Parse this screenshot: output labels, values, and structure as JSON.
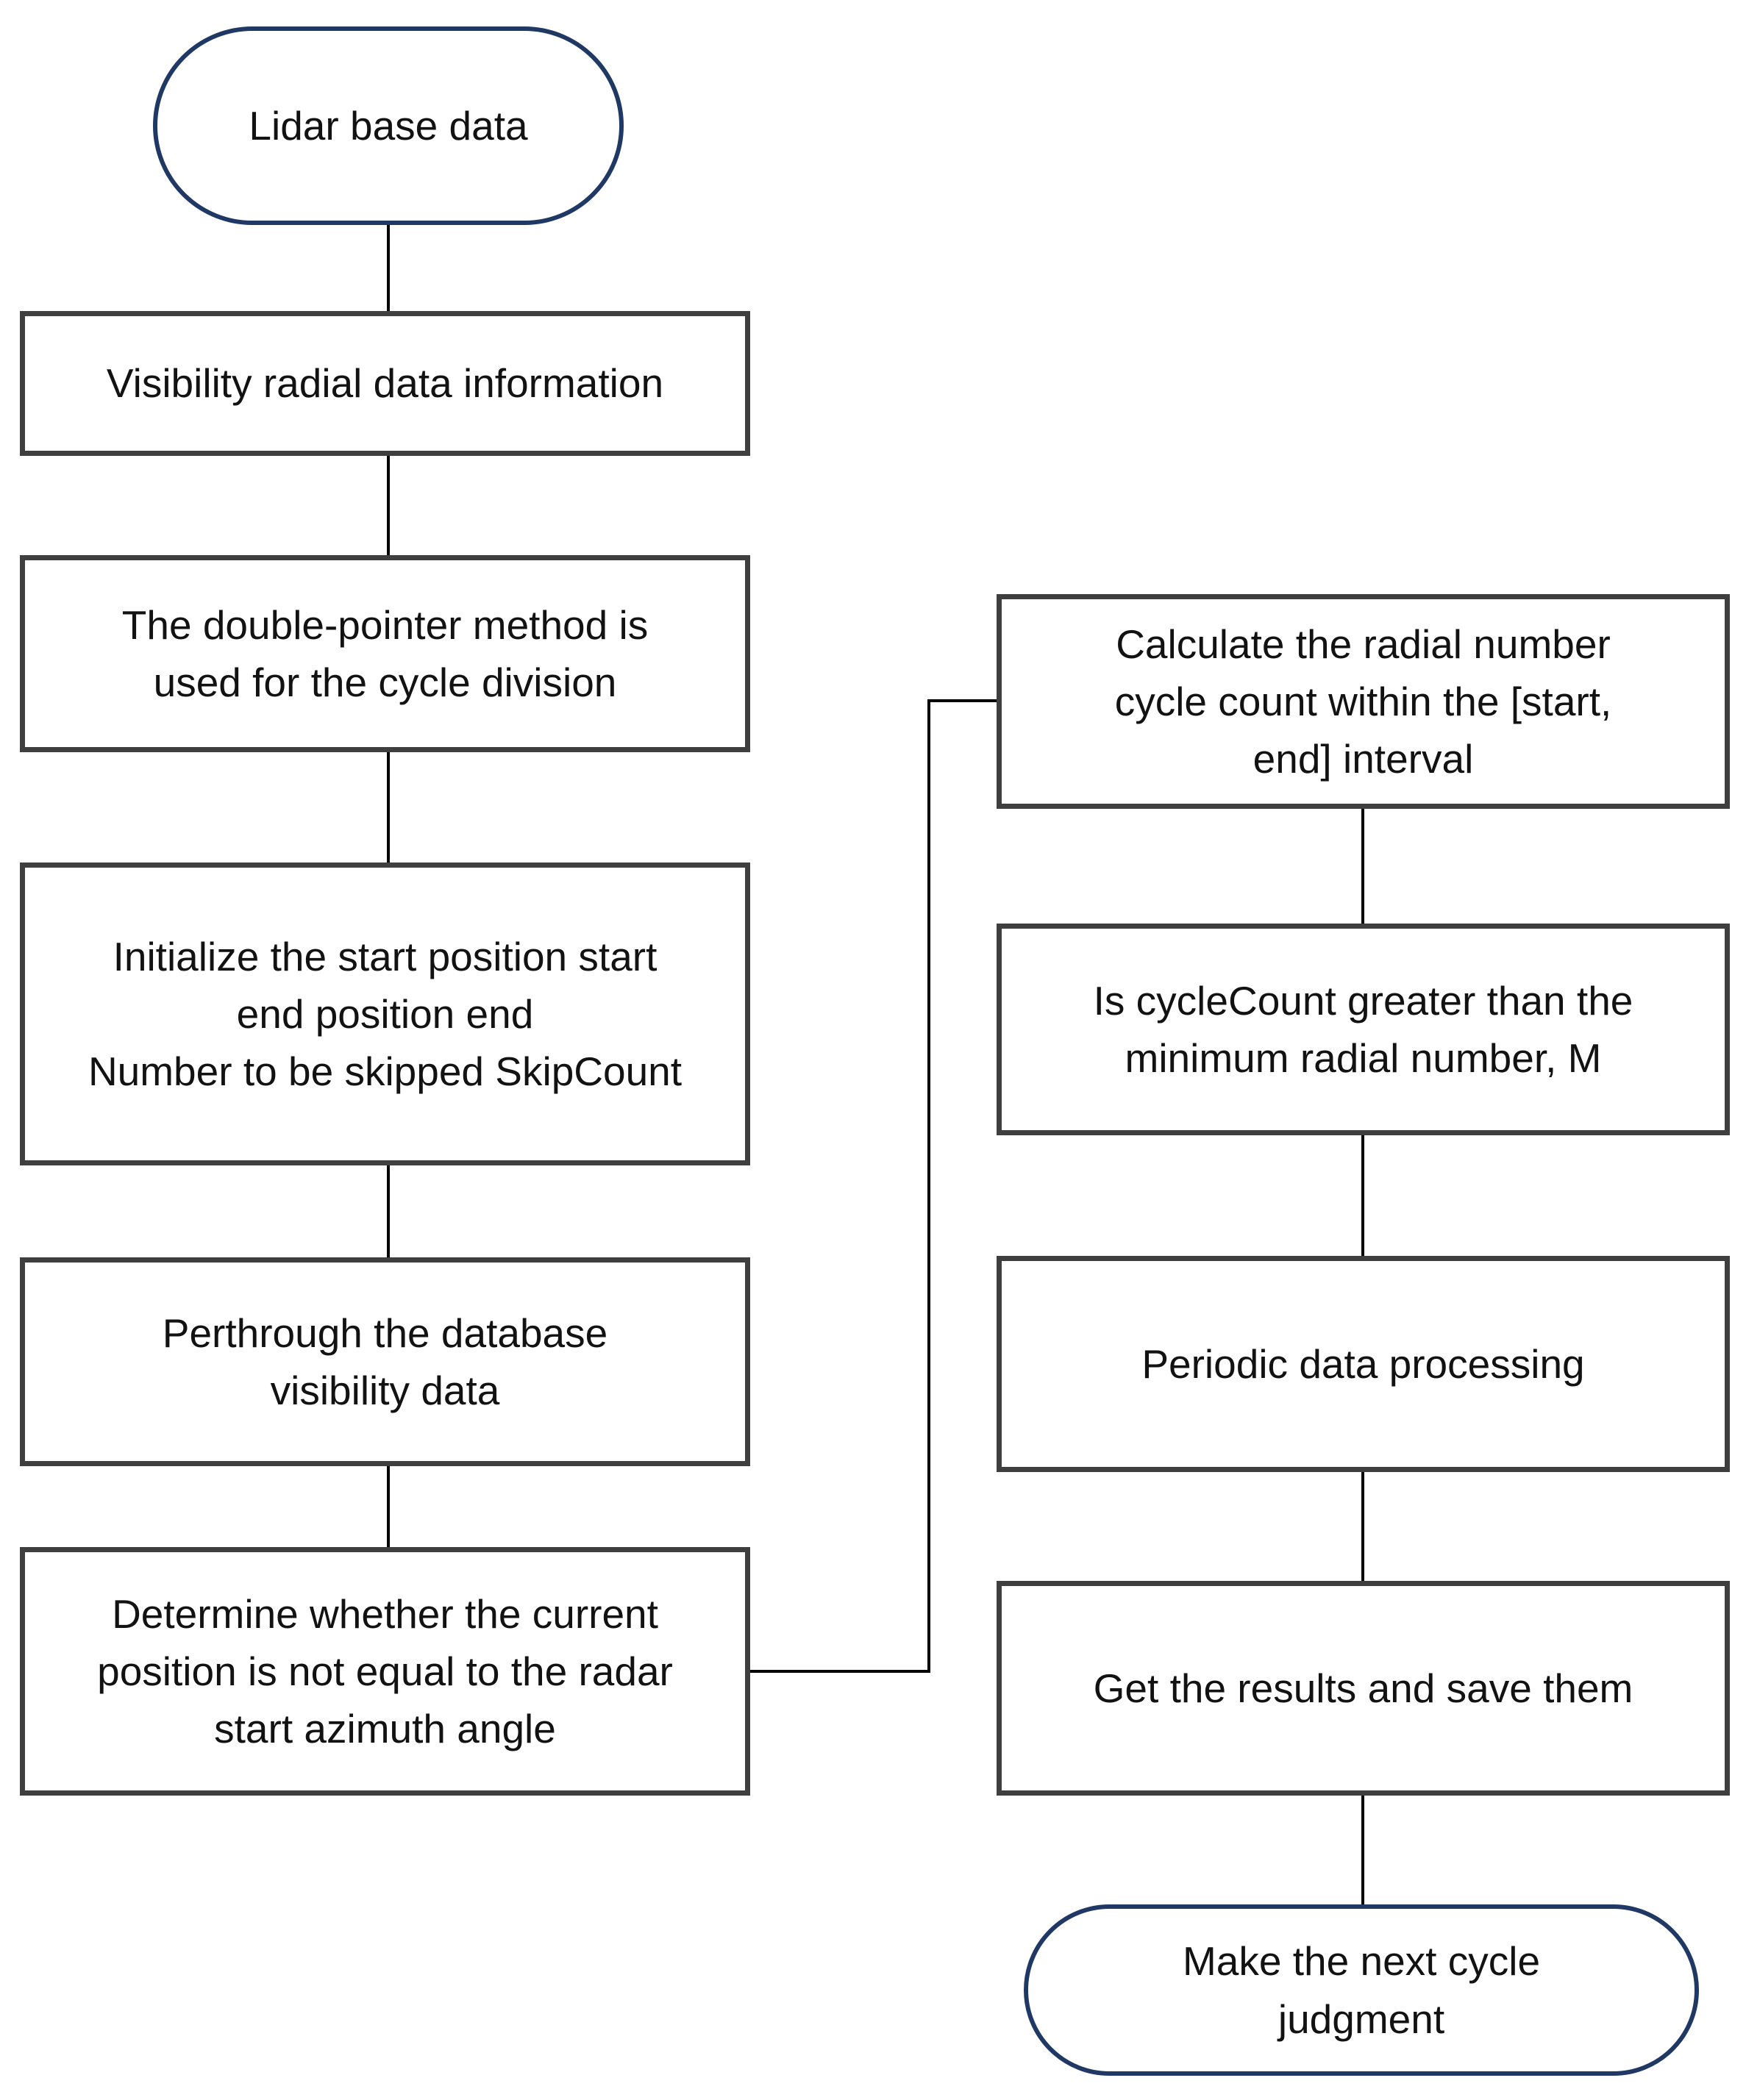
{
  "diagram": {
    "title": "Lidar visibility cycle division flowchart",
    "colors": {
      "background": "#ffffff",
      "terminal_border": "#1f3864",
      "process_border": "#3f3f3f",
      "connector": "#000000",
      "text": "#121212"
    },
    "nodes": {
      "start": {
        "type": "terminal",
        "lines": [
          "Lidar base data"
        ]
      },
      "visibility": {
        "type": "process",
        "lines": [
          "Visibility radial data information"
        ]
      },
      "double_pointer": {
        "type": "process",
        "lines": [
          "The double-pointer method is",
          "used for the cycle division"
        ]
      },
      "initialize": {
        "type": "process",
        "lines": [
          "Initialize the start position start",
          "end position end",
          "Number to be skipped SkipCount"
        ]
      },
      "perthrough": {
        "type": "process",
        "lines": [
          "Perthrough the database",
          "visibility data"
        ]
      },
      "determine": {
        "type": "process",
        "lines": [
          "Determine whether the current",
          "position is not equal to the radar",
          "start azimuth angle"
        ]
      },
      "calculate": {
        "type": "process",
        "lines": [
          "Calculate the radial number",
          "cycle count within the [start,",
          "end] interval"
        ]
      },
      "cycle_count": {
        "type": "process",
        "lines": [
          "Is cycleCount greater than the",
          "minimum radial number, M"
        ]
      },
      "periodic": {
        "type": "process",
        "lines": [
          "Periodic data processing"
        ]
      },
      "results": {
        "type": "process",
        "lines": [
          "Get the results and save them"
        ]
      },
      "next_cycle": {
        "type": "terminal",
        "lines": [
          "Make the next cycle",
          "judgment"
        ]
      }
    },
    "edges": [
      "start -> visibility",
      "visibility -> double_pointer",
      "double_pointer -> initialize",
      "initialize -> perthrough",
      "perthrough -> determine",
      "determine -> calculate",
      "calculate -> cycle_count",
      "cycle_count -> periodic",
      "periodic -> results",
      "results -> next_cycle"
    ]
  }
}
